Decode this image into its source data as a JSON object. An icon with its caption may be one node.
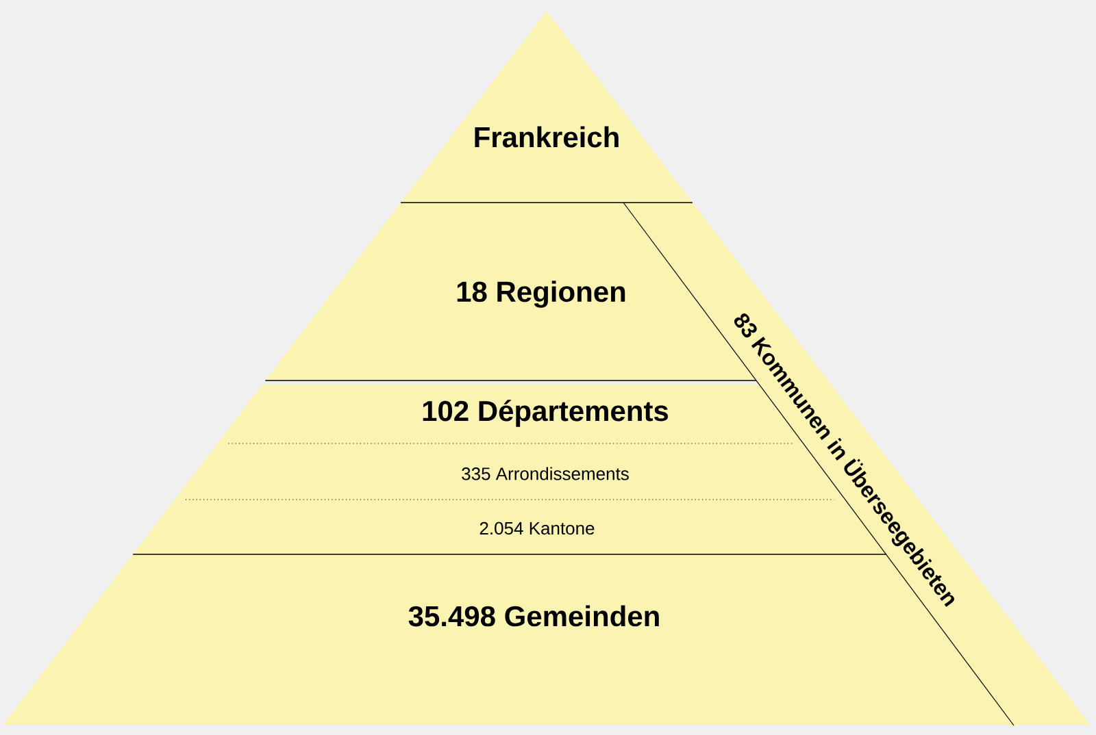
{
  "diagram": {
    "nodes": [
      {
        "text": [
          "Frankreich"
        ]
      },
      {
        "text": [
          "18 Regionen"
        ]
      },
      {
        "text": [
          "102 Départements"
        ]
      },
      {
        "text": [
          "335 Arrondissements"
        ]
      },
      {
        "text": [
          "2.054 Kantone"
        ]
      },
      {
        "text": [
          "35.498 Gemeinden"
        ]
      },
      {
        "text": [
          "83 Kommunen in Überseegebieten"
        ]
      }
    ]
  }
}
